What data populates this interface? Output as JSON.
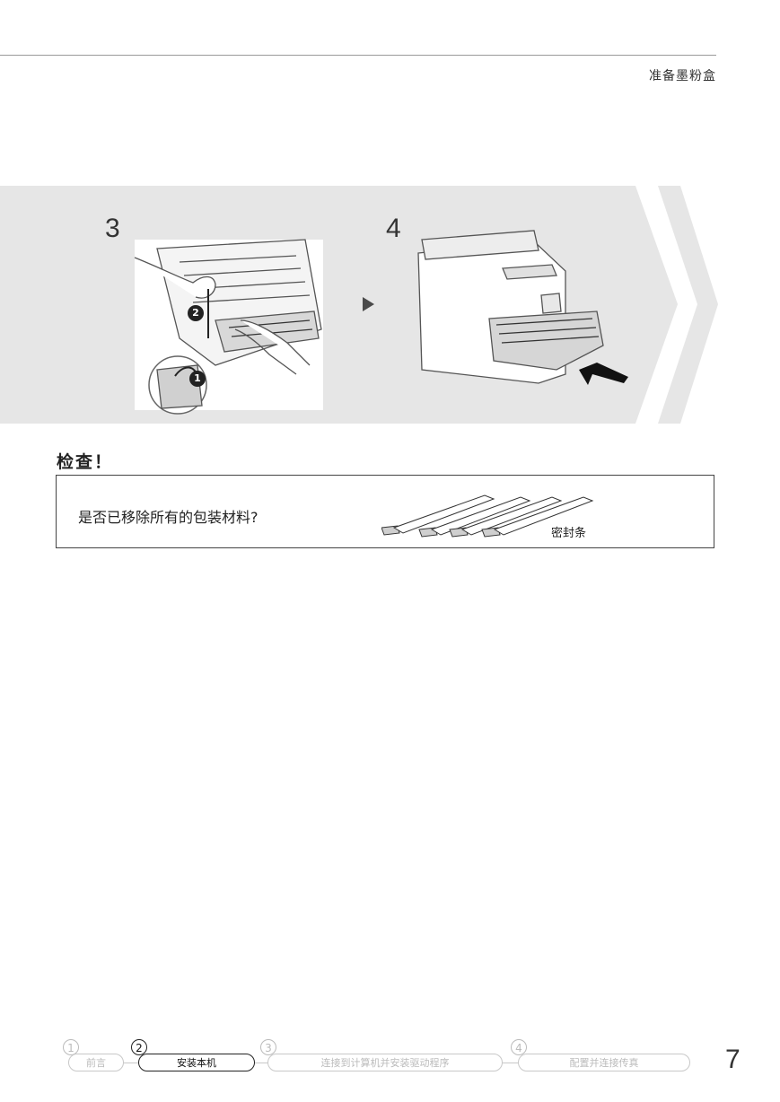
{
  "header": {
    "section_title": "准备墨粉盒"
  },
  "steps": [
    {
      "number": "3",
      "callouts": [
        "2",
        "1"
      ]
    },
    {
      "number": "4"
    }
  ],
  "check": {
    "title": "检查！",
    "question": "是否已移除所有的包装材料?",
    "seal_label": "密封条"
  },
  "footer_nav": [
    {
      "number": "1",
      "label": "前言",
      "active": false
    },
    {
      "number": "2",
      "label": "安装本机",
      "active": true
    },
    {
      "number": "3",
      "label": "连接到计算机并安装驱动程序",
      "active": false
    },
    {
      "number": "4",
      "label": "配置并连接传真",
      "active": false
    }
  ],
  "page_number": "7",
  "colors": {
    "banner_bg": "#e6e6e6",
    "chevron": "#ffffff",
    "text": "#222222",
    "inactive": "#bbbbbb"
  }
}
